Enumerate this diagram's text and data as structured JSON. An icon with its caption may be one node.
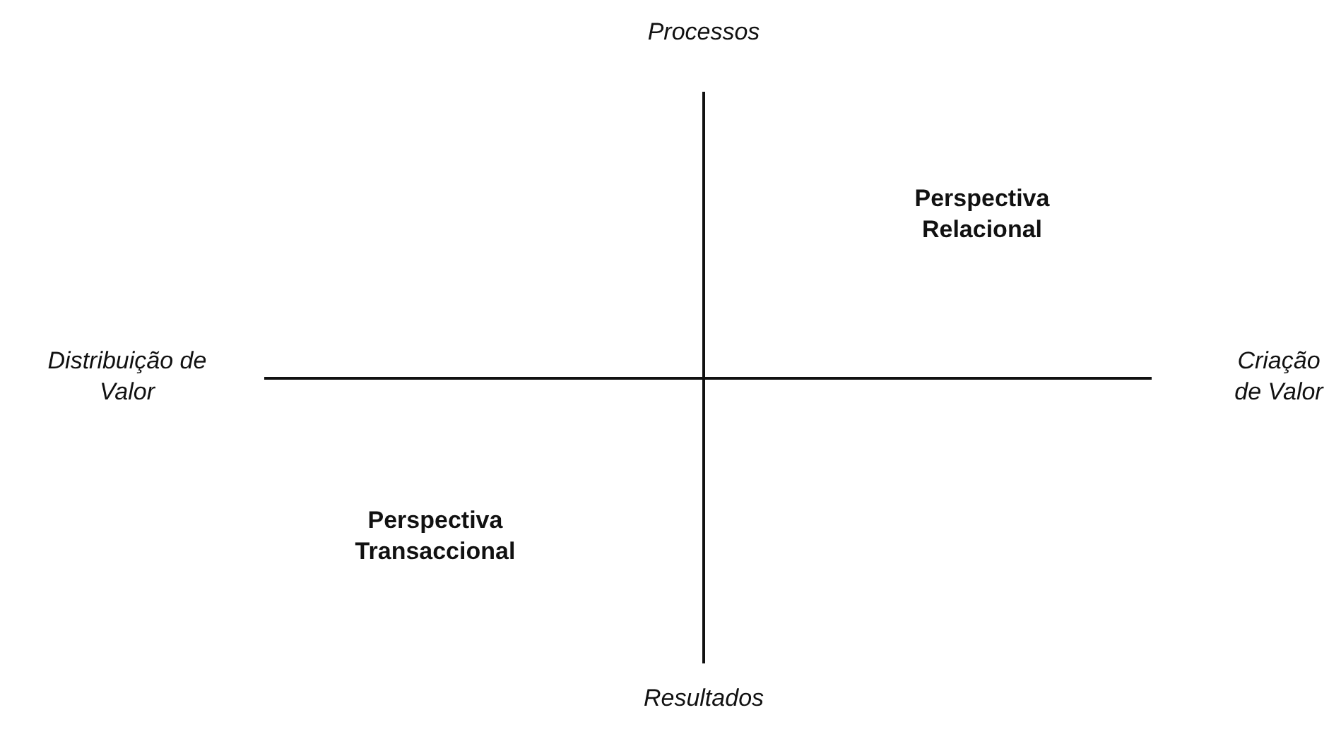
{
  "diagram": {
    "labels": [
      "Processos",
      "Perspectiva Relacional",
      "Distribuição de Valor",
      "Criação de Valor",
      "Perspectiva Transaccional",
      "Resultados"
    ]
  }
}
